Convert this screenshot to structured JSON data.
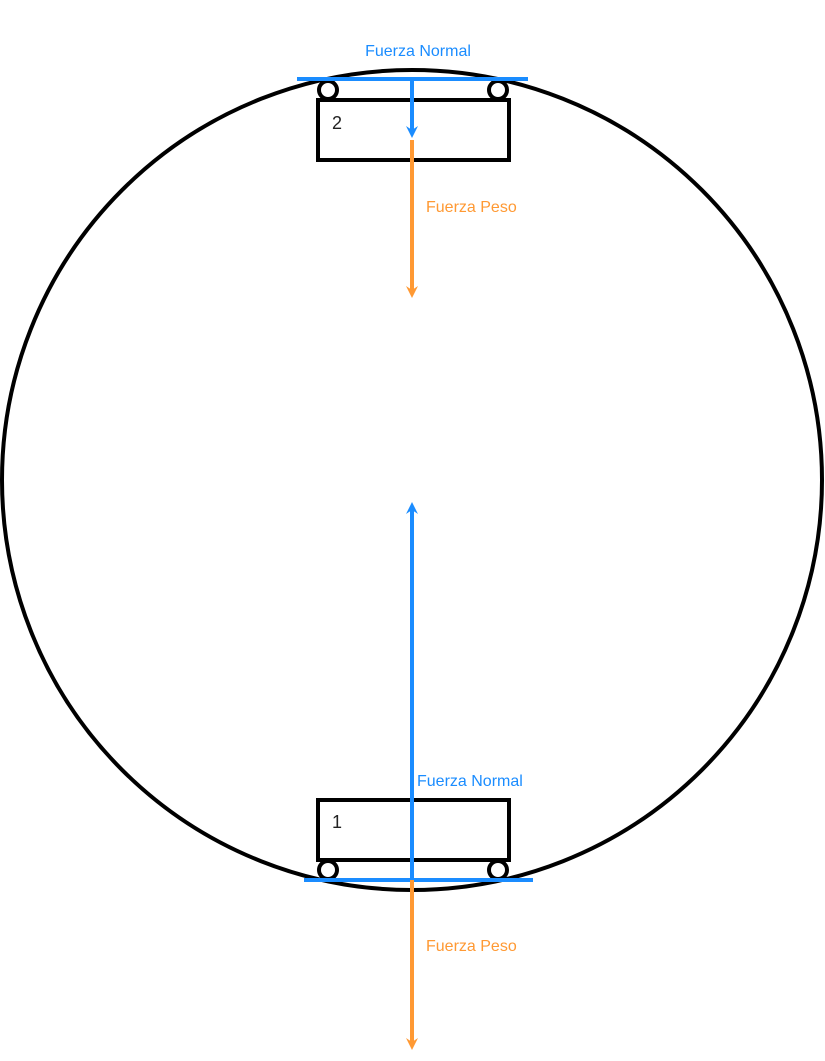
{
  "colors": {
    "outline": "#000000",
    "normal": "#1a8cff",
    "weight": "#ff9933"
  },
  "diagram": {
    "top_car": {
      "number": "2",
      "normal_label": "Fuerza Normal",
      "weight_label": "Fuerza Peso"
    },
    "bottom_car": {
      "number": "1",
      "normal_label": "Fuerza Normal",
      "weight_label": "Fuerza Peso"
    }
  }
}
